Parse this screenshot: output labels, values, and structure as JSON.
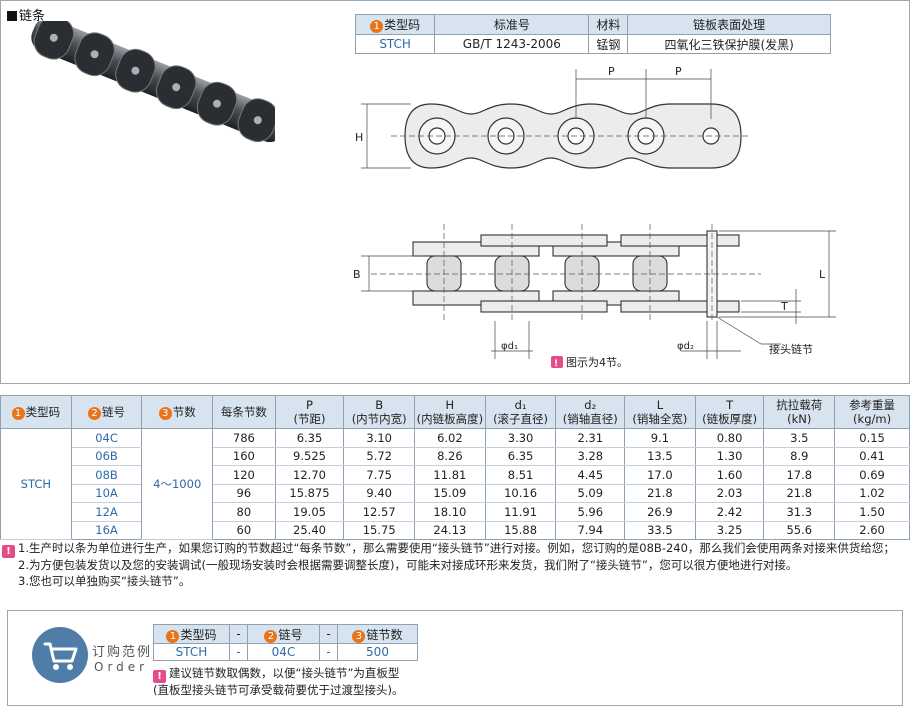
{
  "section": {
    "title": "链条"
  },
  "spec_table": {
    "headers": [
      "类型码",
      "标准号",
      "材料",
      "链板表面处理"
    ],
    "header_badge": "1",
    "row": [
      "STCH",
      "GB/T 1243-2006",
      "锰钢",
      "四氧化三铁保护膜(发黑)"
    ]
  },
  "drawing": {
    "labels": {
      "p1": "P",
      "p2": "P",
      "h": "H",
      "b": "B",
      "l": "L",
      "t": "T",
      "d1": "φd₁",
      "d2": "φd₂",
      "joint": "接头链节"
    },
    "caption": "图示为4节。"
  },
  "data_table": {
    "headers": [
      {
        "badge": "1",
        "text": "类型码"
      },
      {
        "badge": "2",
        "text": "链号"
      },
      {
        "badge": "3",
        "text": "节数"
      },
      {
        "text": "每条节数"
      },
      {
        "line1": "P",
        "line2": "(节距)"
      },
      {
        "line1": "B",
        "line2": "(内节内宽)"
      },
      {
        "line1": "H",
        "line2": "(内链板高度)"
      },
      {
        "line1": "d₁",
        "line2": "(滚子直径)"
      },
      {
        "line1": "d₂",
        "line2": "(销轴直径)"
      },
      {
        "line1": "L",
        "line2": "(销轴全宽)"
      },
      {
        "line1": "T",
        "line2": "(链板厚度)"
      },
      {
        "line1": "抗拉载荷",
        "line2": "(kN)"
      },
      {
        "line1": "参考重量",
        "line2": "(kg/m)"
      }
    ],
    "type_code": "STCH",
    "count_range": "4～1000",
    "rows": [
      {
        "chain": "04C",
        "per": "786",
        "p": "6.35",
        "b": "3.10",
        "h": "6.02",
        "d1": "3.30",
        "d2": "2.31",
        "l": "9.1",
        "t": "0.80",
        "load": "3.5",
        "weight": "0.15"
      },
      {
        "chain": "06B",
        "per": "160",
        "p": "9.525",
        "b": "5.72",
        "h": "8.26",
        "d1": "6.35",
        "d2": "3.28",
        "l": "13.5",
        "t": "1.30",
        "load": "8.9",
        "weight": "0.41"
      },
      {
        "chain": "08B",
        "per": "120",
        "p": "12.70",
        "b": "7.75",
        "h": "11.81",
        "d1": "8.51",
        "d2": "4.45",
        "l": "17.0",
        "t": "1.60",
        "load": "17.8",
        "weight": "0.69"
      },
      {
        "chain": "10A",
        "per": "96",
        "p": "15.875",
        "b": "9.40",
        "h": "15.09",
        "d1": "10.16",
        "d2": "5.09",
        "l": "21.8",
        "t": "2.03",
        "load": "21.8",
        "weight": "1.02"
      },
      {
        "chain": "12A",
        "per": "80",
        "p": "19.05",
        "b": "12.57",
        "h": "18.10",
        "d1": "11.91",
        "d2": "5.96",
        "l": "26.9",
        "t": "2.42",
        "load": "31.3",
        "weight": "1.50"
      },
      {
        "chain": "16A",
        "per": "60",
        "p": "25.40",
        "b": "15.75",
        "h": "24.13",
        "d1": "15.88",
        "d2": "7.94",
        "l": "33.5",
        "t": "3.25",
        "load": "55.6",
        "weight": "2.60"
      }
    ]
  },
  "notes": [
    "1.生产时以条为单位进行生产，如果您订购的节数超过“每条节数”，那么需要使用“接头链节”进行对接。例如，您订购的是08B-240，那么我们会使用两条对接来供货给您；",
    "2.为方便包装发货以及您的安装调试(一般现场安装时会根据需要调整长度)，可能未对接成环形来发货，我们附了“接头链节”，您可以很方便地进行对接。",
    "3.您也可以单独购买“接头链节”。"
  ],
  "order": {
    "label": "订购范例",
    "label_en": "Order",
    "headers": [
      {
        "badge": "1",
        "text": "类型码"
      },
      {
        "badge": "2",
        "text": "链号"
      },
      {
        "badge": "3",
        "text": "链节数"
      }
    ],
    "dash": "-",
    "values": [
      "STCH",
      "04C",
      "500"
    ],
    "note_line1": "建议链节数取偶数，以便“接头链节”为直板型",
    "note_line2": "(直板型接头链节可承受载荷要优于过渡型接头)。"
  },
  "colors": {
    "header_bg": "#d7e3ee",
    "accent_blue": "#2f6aa8",
    "badge_orange": "#e8751a",
    "note_pink": "#e44d8a"
  }
}
